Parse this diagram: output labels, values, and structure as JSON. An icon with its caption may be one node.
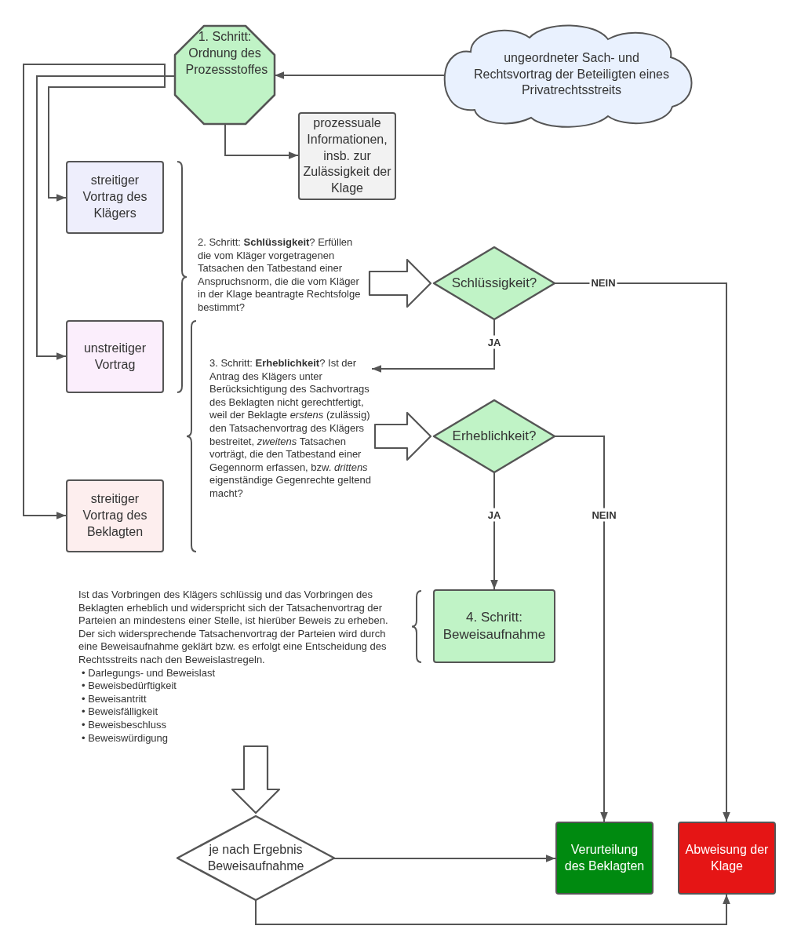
{
  "diagram": {
    "nodes": [
      {
        "text": [
          "1. Schritt: Ordnung des Prozessstoffes"
        ]
      },
      {
        "text": [
          "ungeordneter Sach- und Rechtsvortrag der Beteiligten eines Privatrechtsstreits"
        ]
      },
      {
        "text": [
          "prozessuale Informationen, insb. zur Zulässigkeit der Klage"
        ]
      },
      {
        "text": [
          "streitiger Vortrag des Klägers"
        ]
      },
      {
        "text": [
          "unstreitiger Vortrag"
        ]
      },
      {
        "text": [
          "streitiger Vortrag des Beklagten"
        ]
      },
      {
        "text": [
          "2. Schritt: **Schlüssigkeit**? Erfüllen die vom Kläger vorgetragenen Tatsachen den Tatbestand einer Anspruchsnorm, die die vom Kläger in der Klage beantragte Rechtsfolge bestimmt?"
        ]
      },
      {
        "text": [
          "Schlüssigkeit?"
        ]
      },
      {
        "text": [
          "3. Schritt: **Erheblichkeit**? Ist der Antrag des Klägers  unter Berücksichtigung des Sachvortrags des Beklagten nicht gerechtfertigt, weil der Beklagte *erstens* (zulässig) den Tatsachenvortrag des Klägers bestreitet, *zweitens* Tatsachen vorträgt, die den Tatbestand einer Gegennorm erfassen, bzw. *drittens*  eigenständige Gegenrechte geltend macht?"
        ]
      },
      {
        "text": [
          "Erheblichkeit?"
        ]
      },
      {
        "text": [
          "Ist das Vorbringen des Klägers schlüssig und das Vorbringen des Beklagten erheblich und widerspricht sich der Tatsachenvortrag der Parteien an mindestens einer Stelle, ist hierüber Beweis zu erheben. Der sich widersprechende Tatsachenvortrag der Parteien wird durch eine Beweisaufnahme geklärt bzw. es erfolgt eine Entscheidung des Rechtsstreits nach den Beweislastregeln.",
          "• Darlegungs- und Beweislast",
          "• Beweisbedürftigkeit",
          "• Beweisantritt",
          "• Beweisfälligkeit",
          "• Beweisbeschluss",
          "• Beweiswürdigung"
        ]
      },
      {
        "text": [
          "4. Schritt: Beweisaufnahme"
        ]
      },
      {
        "text": [
          "je nach Ergebnis Beweisaufnahme"
        ]
      },
      {
        "text": [
          "Verurteilung des Beklagten"
        ]
      },
      {
        "text": [
          "Abweisung der Klage"
        ]
      }
    ],
    "edges": [
      {
        "from": 1,
        "to": 0,
        "arrow": "to"
      },
      {
        "from": 0,
        "to": 2,
        "arrow": "to"
      },
      {
        "from": 0,
        "to": 3,
        "arrow": "to"
      },
      {
        "from": 0,
        "to": 4,
        "arrow": "to"
      },
      {
        "from": 0,
        "to": 5,
        "arrow": "to"
      },
      {
        "from": 6,
        "to": 7,
        "arrow": "to",
        "style": "thick"
      },
      {
        "from": 7,
        "to": 14,
        "arrow": "to",
        "label": "NEIN"
      },
      {
        "from": 7,
        "to": 8,
        "arrow": "to",
        "label": "JA"
      },
      {
        "from": 8,
        "to": 9,
        "arrow": "to",
        "style": "thick"
      },
      {
        "from": 9,
        "to": 11,
        "arrow": "to",
        "label": "JA"
      },
      {
        "from": 9,
        "to": 13,
        "arrow": "to",
        "label": "NEIN"
      },
      {
        "from": 10,
        "to": 12,
        "arrow": "to",
        "style": "thick"
      },
      {
        "from": 12,
        "to": 13,
        "arrow": "to"
      },
      {
        "from": 12,
        "to": 14,
        "arrow": "to"
      }
    ]
  }
}
